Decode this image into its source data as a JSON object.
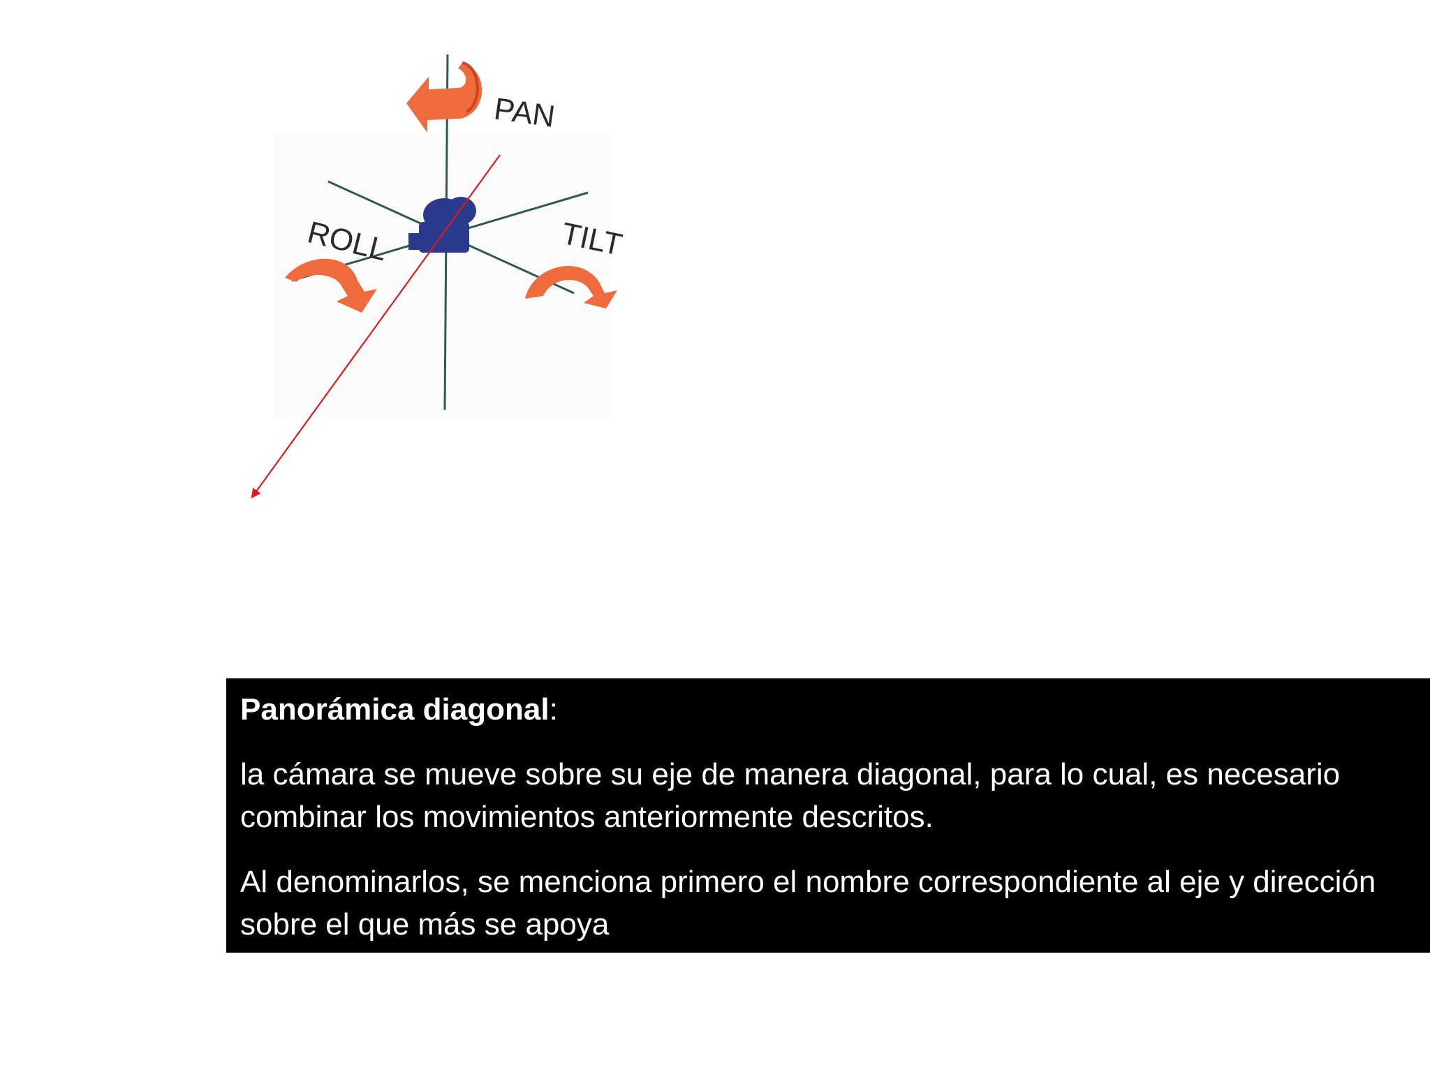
{
  "diagram": {
    "labels": {
      "pan": "PAN",
      "roll": "ROLL",
      "tilt": "TILT"
    },
    "colors": {
      "axis": "#2f5a4e",
      "arrow": "#ef6a3c",
      "camera": "#2a3a8c",
      "diagonal_arrow": "#e01a1a"
    }
  },
  "text_box": {
    "title": "Panorámica diagonal",
    "title_suffix": ":",
    "paragraph_1": "la cámara se mueve sobre su eje de manera diagonal, para lo cual, es necesario combinar los movimientos anteriormente descritos.",
    "paragraph_2": "Al denominarlos, se menciona primero el nombre correspondiente al eje y dirección sobre el que más se apoya",
    "background": "#020102",
    "text_color": "#ffffff"
  }
}
